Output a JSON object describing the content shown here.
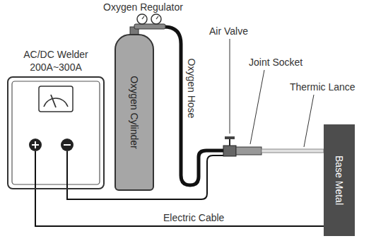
{
  "diagram": {
    "nodes": [
      {
        "text": [
          "AC/DC Welder",
          "200A~300A"
        ]
      },
      {
        "text": [
          "Oxygen Cylinder"
        ]
      },
      {
        "text": [
          "Base Metal"
        ]
      }
    ],
    "edges": [
      {
        "from": 0,
        "to": 2,
        "arrow": "none",
        "label": "Electric Cable"
      }
    ],
    "labels": [
      "Oxygen Regulator",
      "Oxygen Hose",
      "Air Valve",
      "Joint Socket",
      "Thermic Lance"
    ]
  }
}
